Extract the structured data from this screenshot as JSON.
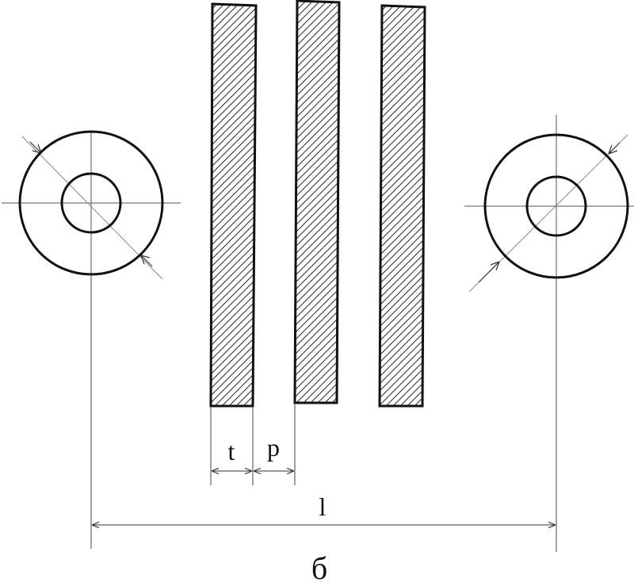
{
  "labels": {
    "thickness": "t",
    "gap": "p",
    "distance": "l",
    "caption": "б"
  },
  "colors": {
    "ink": "#111111",
    "thin_line": "#555555",
    "hatch": "#333333",
    "background": "#ffffff"
  },
  "components": {
    "plates": 3,
    "rollers": 2
  }
}
